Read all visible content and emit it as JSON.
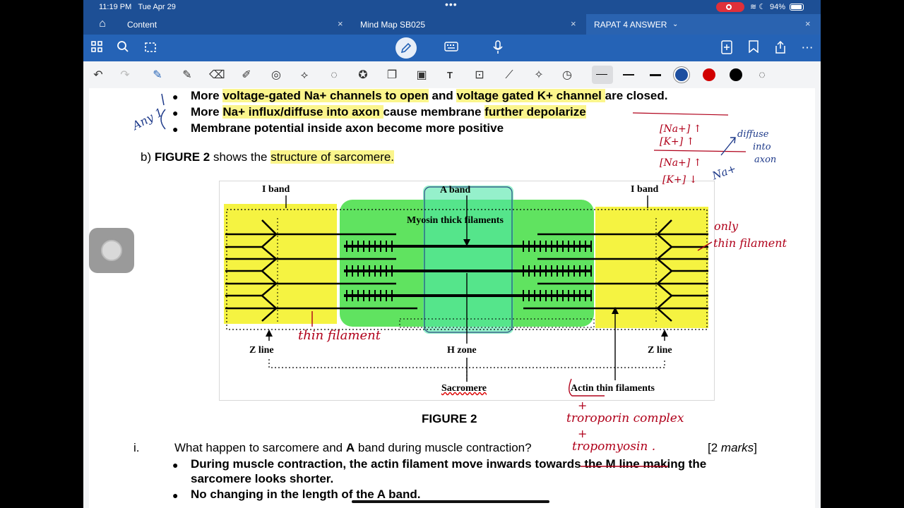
{
  "status": {
    "time": "11:19 PM",
    "date": "Tue Apr 29",
    "battery": "94%"
  },
  "tabs": [
    {
      "label": "Content"
    },
    {
      "label": "Mind Map SB025"
    },
    {
      "label": "RAPAT 4 ANSWER"
    }
  ],
  "doc": {
    "bullets_top": [
      [
        "More ",
        "voltage-gated Na+ channels to open",
        " and ",
        "voltage gated K+ channel ",
        "are closed."
      ],
      [
        "More ",
        "Na+ influx/diffuse into axon ",
        "cause membrane ",
        "further depolarize"
      ],
      [
        "Membrane potential inside axon become more positive"
      ]
    ],
    "part_b": {
      "prefix": "b)  ",
      "fig": "FIGURE 2",
      "mid": " shows the ",
      "hl": "structure of sarcomere."
    },
    "figure": {
      "i_band_left": "I band",
      "a_band": "A band",
      "i_band_right": "I band",
      "myosin": "Myosin thick filaments",
      "z_line_left": "Z line",
      "h_zone": "H zone",
      "z_line_right": "Z line",
      "sarcomere": "Sacromere",
      "actin": "Actin thin filaments"
    },
    "fig_caption": "FIGURE 2",
    "question": {
      "num": "i.",
      "pre": "What happen to sarcomere and ",
      "bold": "A",
      "post": " band during muscle contraction?",
      "marks": "[2 ",
      "marks_italic": "marks",
      "marks_end": "]"
    },
    "answers": [
      "During muscle contraction, the actin filament move inwards towards the M line making the",
      "sarcomere looks shorter.",
      "No changing in the length of the A band."
    ],
    "handwriting": {
      "any": "Any 1",
      "na_up": "[Na+] ↑",
      "k_up": "[K+] ↑",
      "na_circle": "[Na+] ↑",
      "k_down": "[K+] ↓",
      "na_plus": "Na+",
      "diffuse": [
        "diffuse",
        "into",
        "axon"
      ],
      "only": "only",
      "thin_fil": "thin filament",
      "thin_fil2": "thin filament",
      "plus1": "+",
      "troponin": "troroporin complex",
      "plus2": "+",
      "tropomyosin": "tropomyosin ."
    }
  }
}
